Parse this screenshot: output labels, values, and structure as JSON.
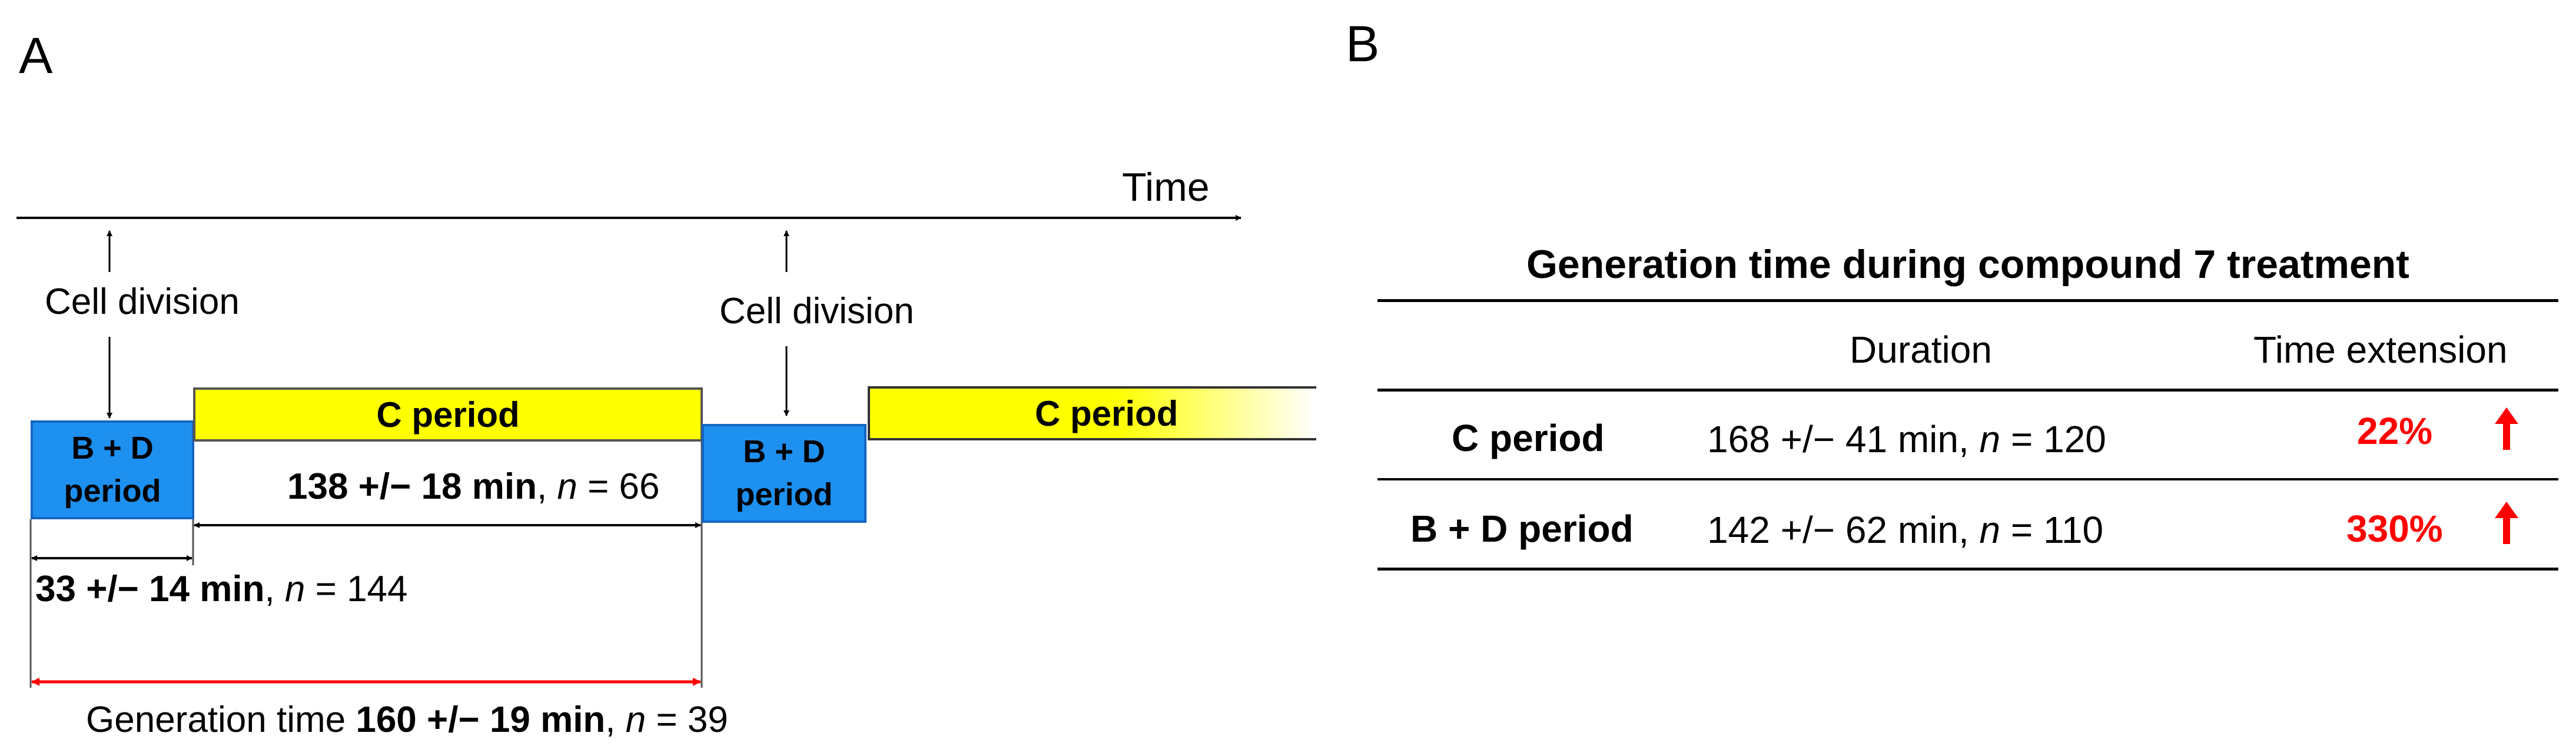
{
  "panel_a": {
    "label": "A",
    "time_label": "Time",
    "cell_division_1": "Cell division",
    "cell_division_2": "Cell division",
    "bd_box_1": {
      "line1": "B + D",
      "line2": "period"
    },
    "bd_box_2": {
      "line1": "B + D",
      "line2": "period"
    },
    "c_period_1": "C period",
    "c_period_2": "C period",
    "c_duration": {
      "value": "138 +/− 18 min",
      "sep": ", ",
      "n_label": "n",
      "n_eq": " = 66"
    },
    "bd_duration": {
      "value": "33 +/− 14 min",
      "sep": ", ",
      "n_label": "n",
      "n_eq": " = 144"
    },
    "generation": {
      "prefix": "Generation time ",
      "value": "160 +/− 19 min",
      "sep": ", ",
      "n_label": "n",
      "n_eq": " = 39"
    },
    "colors": {
      "bd_fill": "#1e90f0",
      "c_fill": "#ffff00",
      "generation_arrow": "#ff0000"
    }
  },
  "panel_b": {
    "label": "B",
    "title": "Generation time during  compound 7 treatment",
    "headers": {
      "duration": "Duration",
      "extension": "Time extension"
    },
    "rows": [
      {
        "name": "C period",
        "duration": "168 +/− 41 min, ",
        "n_label": "n",
        "n_eq": " = 120",
        "extension": "22%",
        "arrow": "up-arrow-icon"
      },
      {
        "name": "B + D period",
        "duration": "142 +/− 62 min, ",
        "n_label": "n",
        "n_eq": " = 110",
        "extension": "330%",
        "arrow": "up-arrow-icon"
      }
    ],
    "colors": {
      "extension": "#ff0000"
    }
  }
}
